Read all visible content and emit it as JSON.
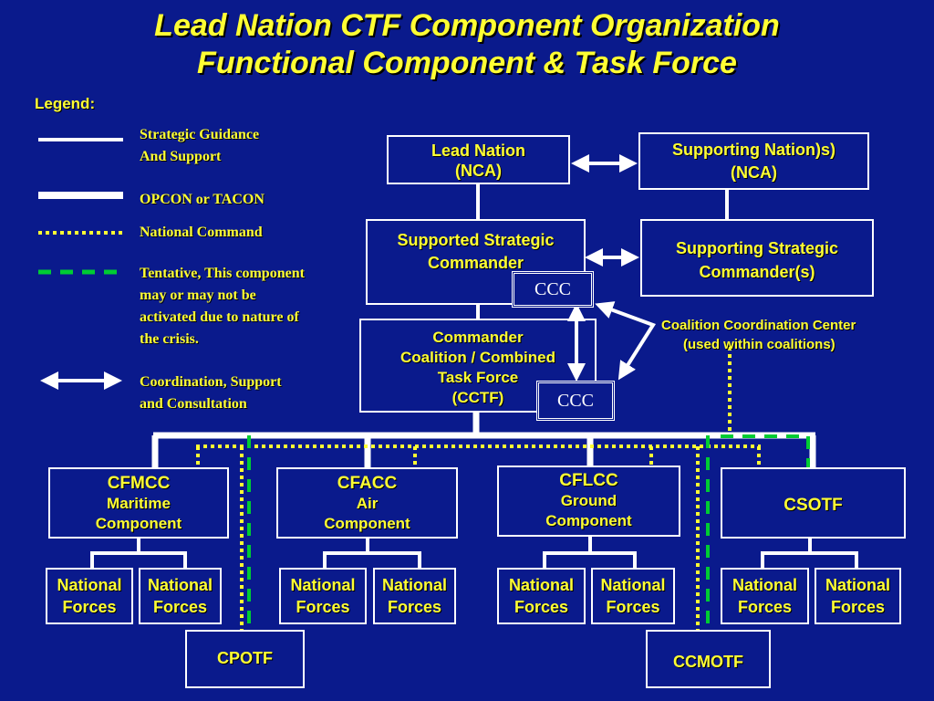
{
  "title": {
    "line1": "Lead Nation CTF Component Organization",
    "line2": "Functional Component & Task Force"
  },
  "legend": {
    "heading": "Legend:",
    "items": [
      {
        "line_style": "thin-solid-white",
        "text": [
          "Strategic Guidance",
          "And Support"
        ]
      },
      {
        "line_style": "thick-solid-white",
        "text": [
          "OPCON or TACON"
        ]
      },
      {
        "line_style": "dotted-yellow",
        "text": [
          "National Command"
        ]
      },
      {
        "line_style": "dashed-green",
        "text": [
          "Tentative, This component",
          "may or may not be",
          "activated due to nature of",
          "the crisis."
        ]
      },
      {
        "line_style": "double-arrow-white",
        "text": [
          "Coordination, Support",
          "and Consultation"
        ]
      }
    ]
  },
  "nodes": {
    "lead_nation": [
      "Lead Nation",
      "(NCA)"
    ],
    "supporting_nations": [
      "Supporting Nation)s)",
      "(NCA)"
    ],
    "supported_strategic": [
      "Supported Strategic",
      "Commander"
    ],
    "supporting_strategic": [
      "Supporting Strategic",
      "Commander(s)"
    ],
    "cctf": [
      "Commander",
      "Coalition / Combined",
      "Task Force",
      "(CCTF)"
    ],
    "ccc_top": "CCC",
    "ccc_bottom": "CCC",
    "ccc_note": [
      "Coalition   Coordination Center",
      "(used    within coalitions)"
    ],
    "cfmcc": [
      "CFMCC",
      "Maritime",
      "Component"
    ],
    "cfacc": [
      "CFACC",
      "Air",
      "Component"
    ],
    "cflcc": [
      "CFLCC",
      "Ground",
      "Component"
    ],
    "csotf": [
      "CSOTF"
    ],
    "national_forces": [
      "National",
      "Forces"
    ],
    "cpotf": "CPOTF",
    "ccmotf": "CCMOTF"
  },
  "colors": {
    "background": "#0a1a8c",
    "text": "#ffff33",
    "command_line": "#ffffff",
    "national_command": "#ffff33",
    "tentative": "#00cc33"
  }
}
